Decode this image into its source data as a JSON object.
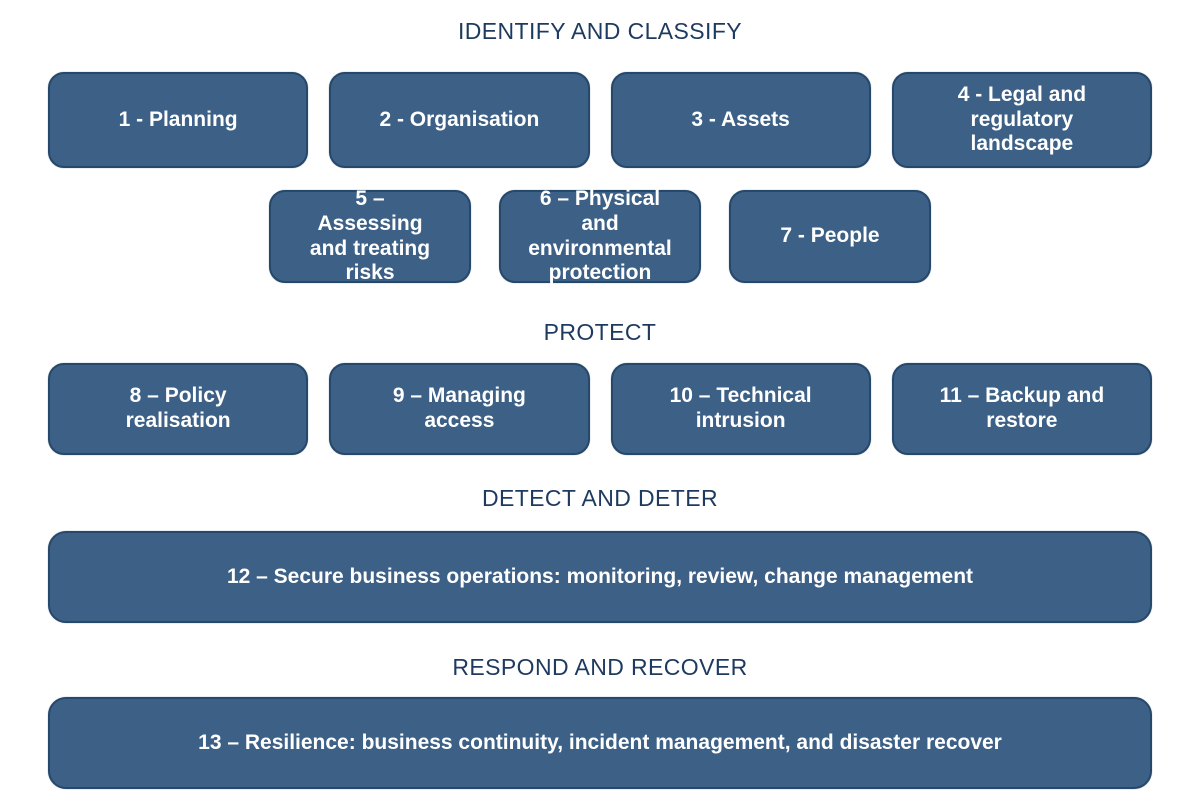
{
  "headers": {
    "identify": "IDENTIFY AND CLASSIFY",
    "protect": "PROTECT",
    "detect": "DETECT AND DETER",
    "respond": "RESPOND AND RECOVER"
  },
  "boxes": {
    "b1": "1 - Planning",
    "b2": "2 - Organisation",
    "b3": "3 - Assets",
    "b4": "4 - Legal and regulatory landscape",
    "b5": "5 – Assessing and treating risks",
    "b6": "6 – Physical and environmental protection",
    "b7": "7 - People",
    "b8": "8 – Policy realisation",
    "b9": "9 – Managing access",
    "b10": "10 – Technical intrusion",
    "b11": "11 – Backup and restore",
    "b12": "12 – Secure business operations: monitoring, review, change management",
    "b13": "13 – Resilience: business continuity, incident management, and disaster recover"
  },
  "colors": {
    "box_fill": "#3d6086",
    "box_border": "#26486b",
    "box_text": "#ffffff",
    "header_text": "#1e3a5f",
    "background": "#ffffff"
  }
}
